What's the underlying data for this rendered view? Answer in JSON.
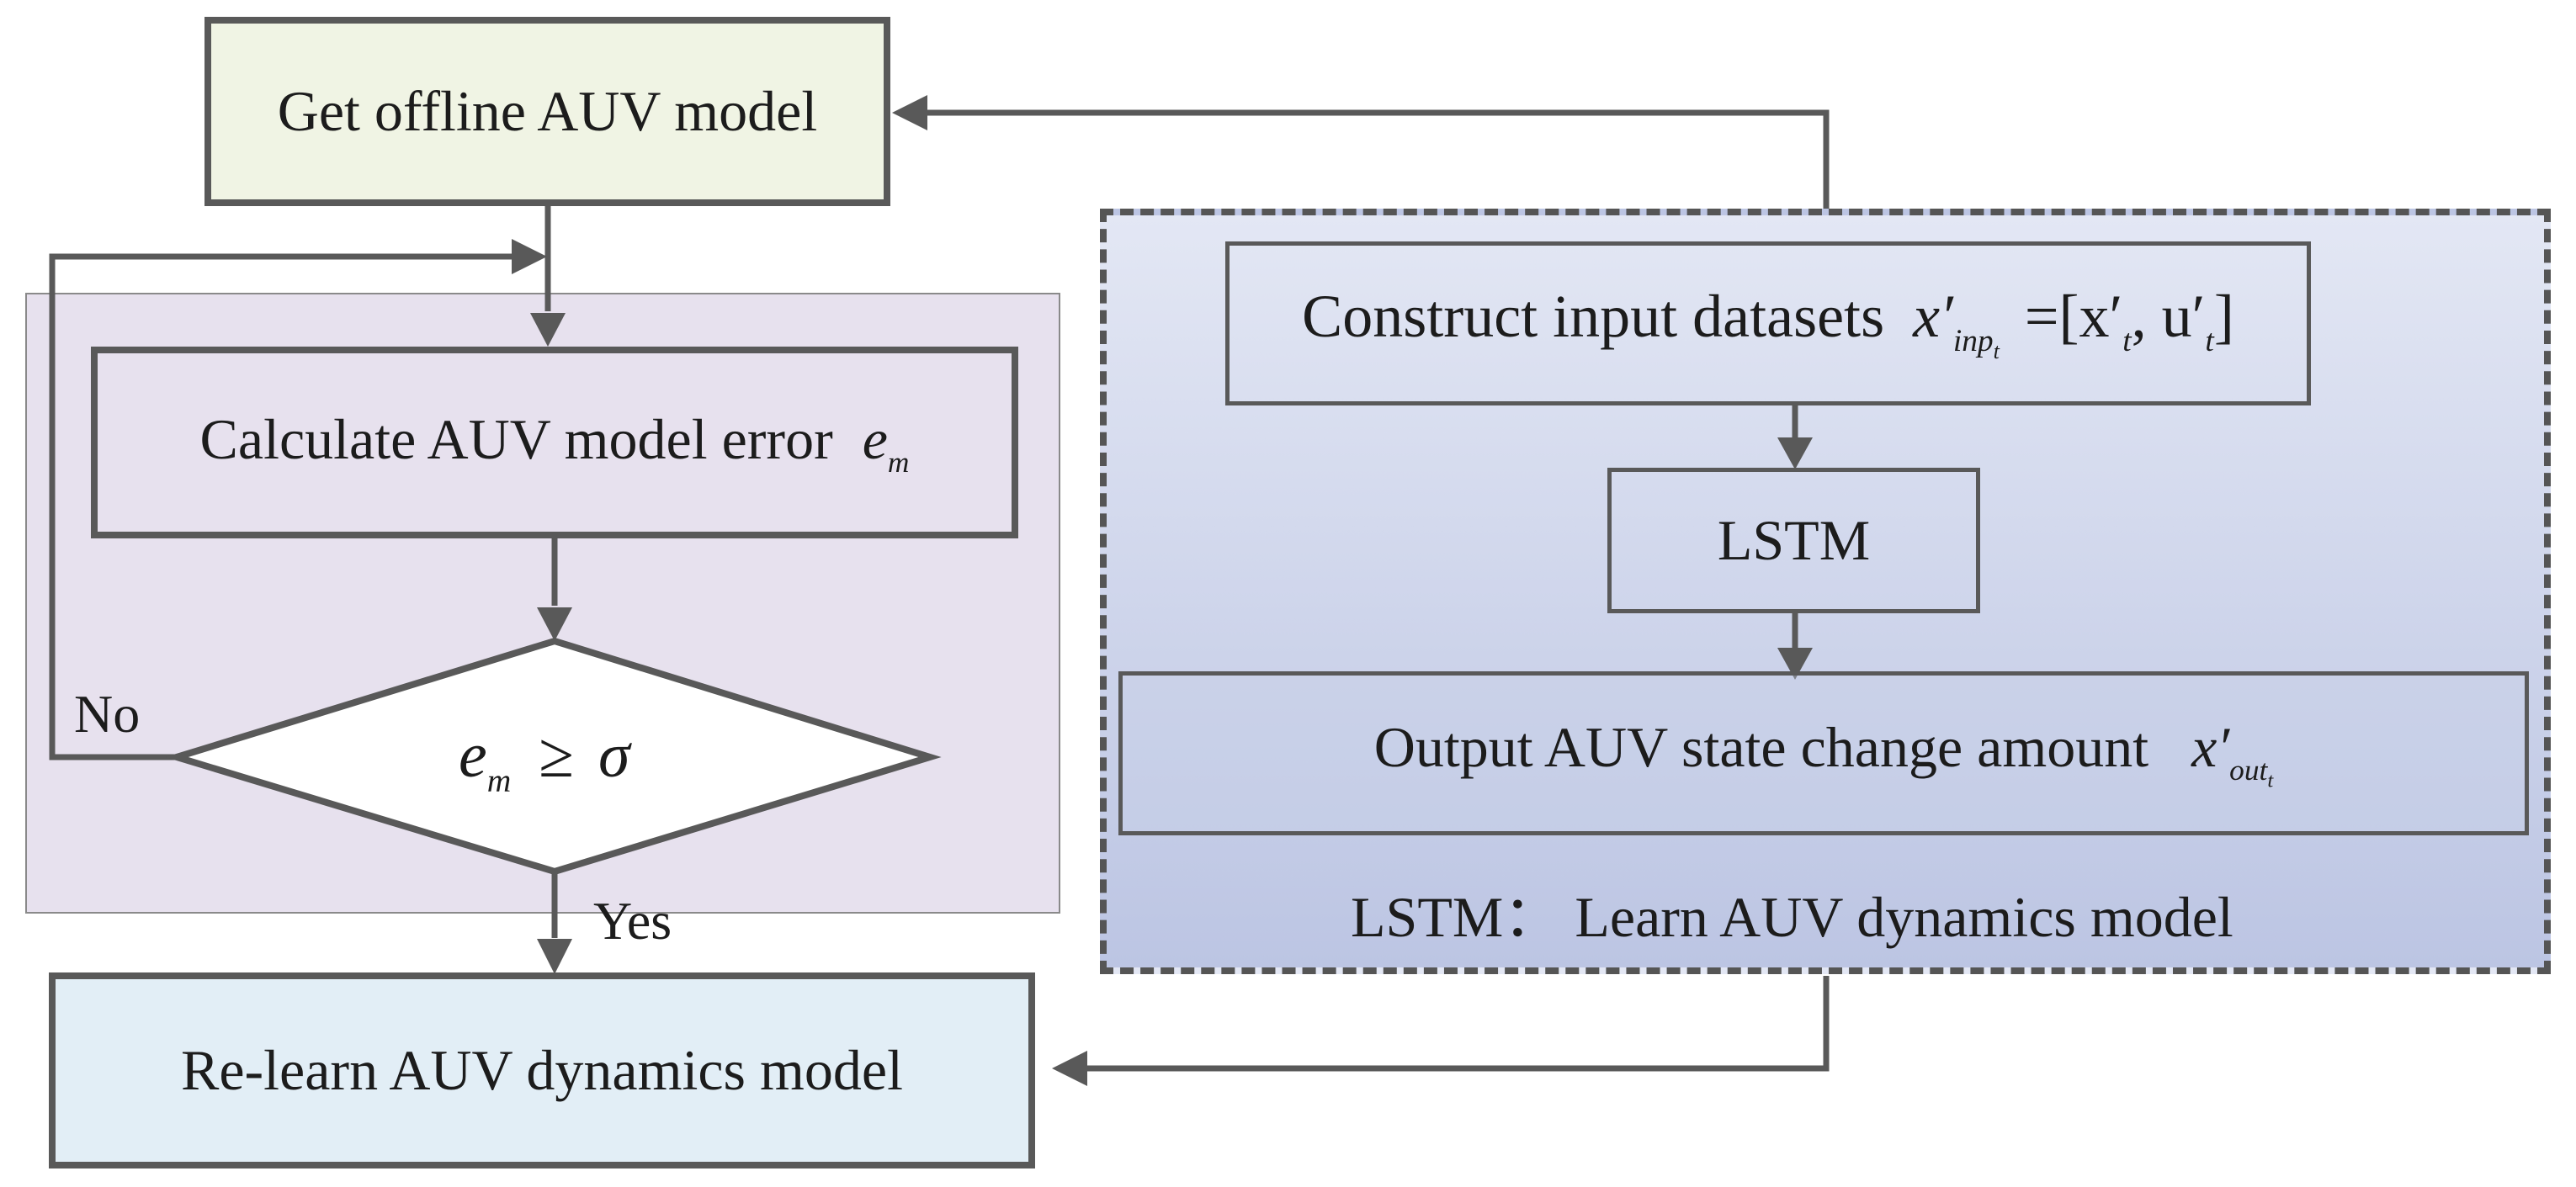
{
  "colors": {
    "line": "#595959",
    "top_box_fill": "#f0f4e4",
    "left_panel_fill": "#e7e1ee",
    "right_panel_fill_top": "#e3e7f4",
    "right_panel_fill_bottom": "#bcc5e3",
    "bottom_box_fill": "#e2eef6"
  },
  "nodes": {
    "get_model": "Get offline AUV model",
    "calc_error": "Calculate AUV model error",
    "calc_error_symbol": "e",
    "calc_error_symbol_sub": "m",
    "decision_e": "e",
    "decision_sub": "m",
    "decision_op": "≥",
    "decision_sigma": "σ",
    "relearn": "Re-learn AUV dynamics model",
    "construct_text": "Construct input datasets",
    "construct_x": "x′",
    "construct_sub": "inp",
    "construct_subsub": "t",
    "construct_rhs": "=[x′",
    "construct_t1": "t",
    "construct_mid": ", u′",
    "construct_t2": "t",
    "construct_close": "]",
    "lstm": "LSTM",
    "output_text": "Output AUV state change amount",
    "output_x": "x′",
    "output_sub": "out",
    "output_subsub": "t",
    "panel_caption": "LSTM： Learn AUV dynamics model"
  },
  "edges": {
    "no_label": "No",
    "yes_label": "Yes"
  }
}
